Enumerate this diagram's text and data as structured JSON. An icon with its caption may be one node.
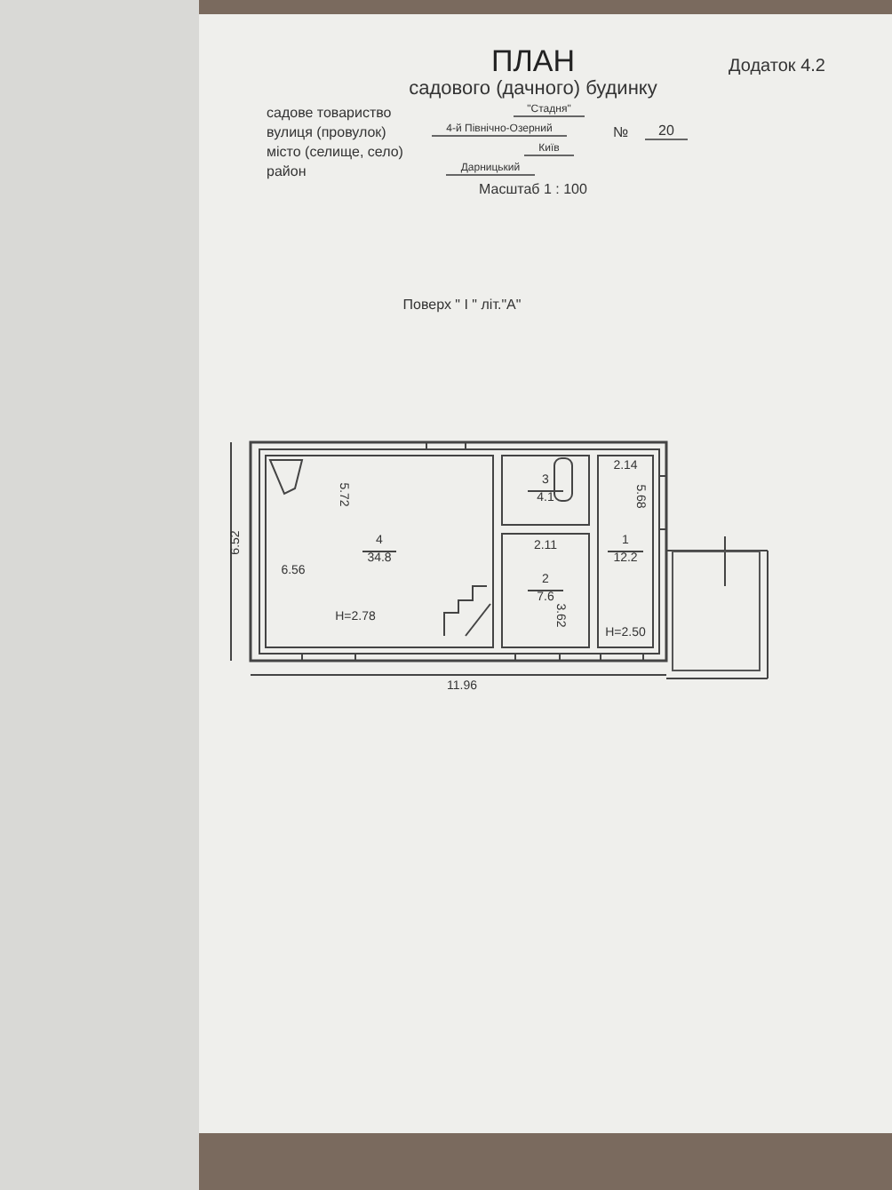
{
  "diagram": {
    "title": "ПЛАН",
    "nodes": [
      {
        "text": [
          "4",
          "34.8"
        ]
      },
      {
        "text": [
          "3",
          "4.1"
        ]
      },
      {
        "text": [
          "2",
          "7.6"
        ]
      },
      {
        "text": [
          "1",
          "12.2"
        ]
      },
      {
        "text": [],
        "shape": "box"
      }
    ],
    "edges": [],
    "labels": [
      "Додаток 4.2",
      "садового (дачного) будинку",
      "садове товариство",
      "\"Стадня\"",
      "вулиця (провулок)",
      "4-й Північно-Озерний",
      "№",
      "20",
      "місто (селище, село)",
      "Київ",
      "район",
      "Дарницький",
      "Масштаб 1 : 100",
      "Поверх \" I \" літ.\"А\"",
      "6.52",
      "5.72",
      "6.56",
      "H=2.78",
      "2.14",
      "2.11",
      "5.68",
      "3.62",
      "H=2.50",
      "11.96"
    ]
  }
}
